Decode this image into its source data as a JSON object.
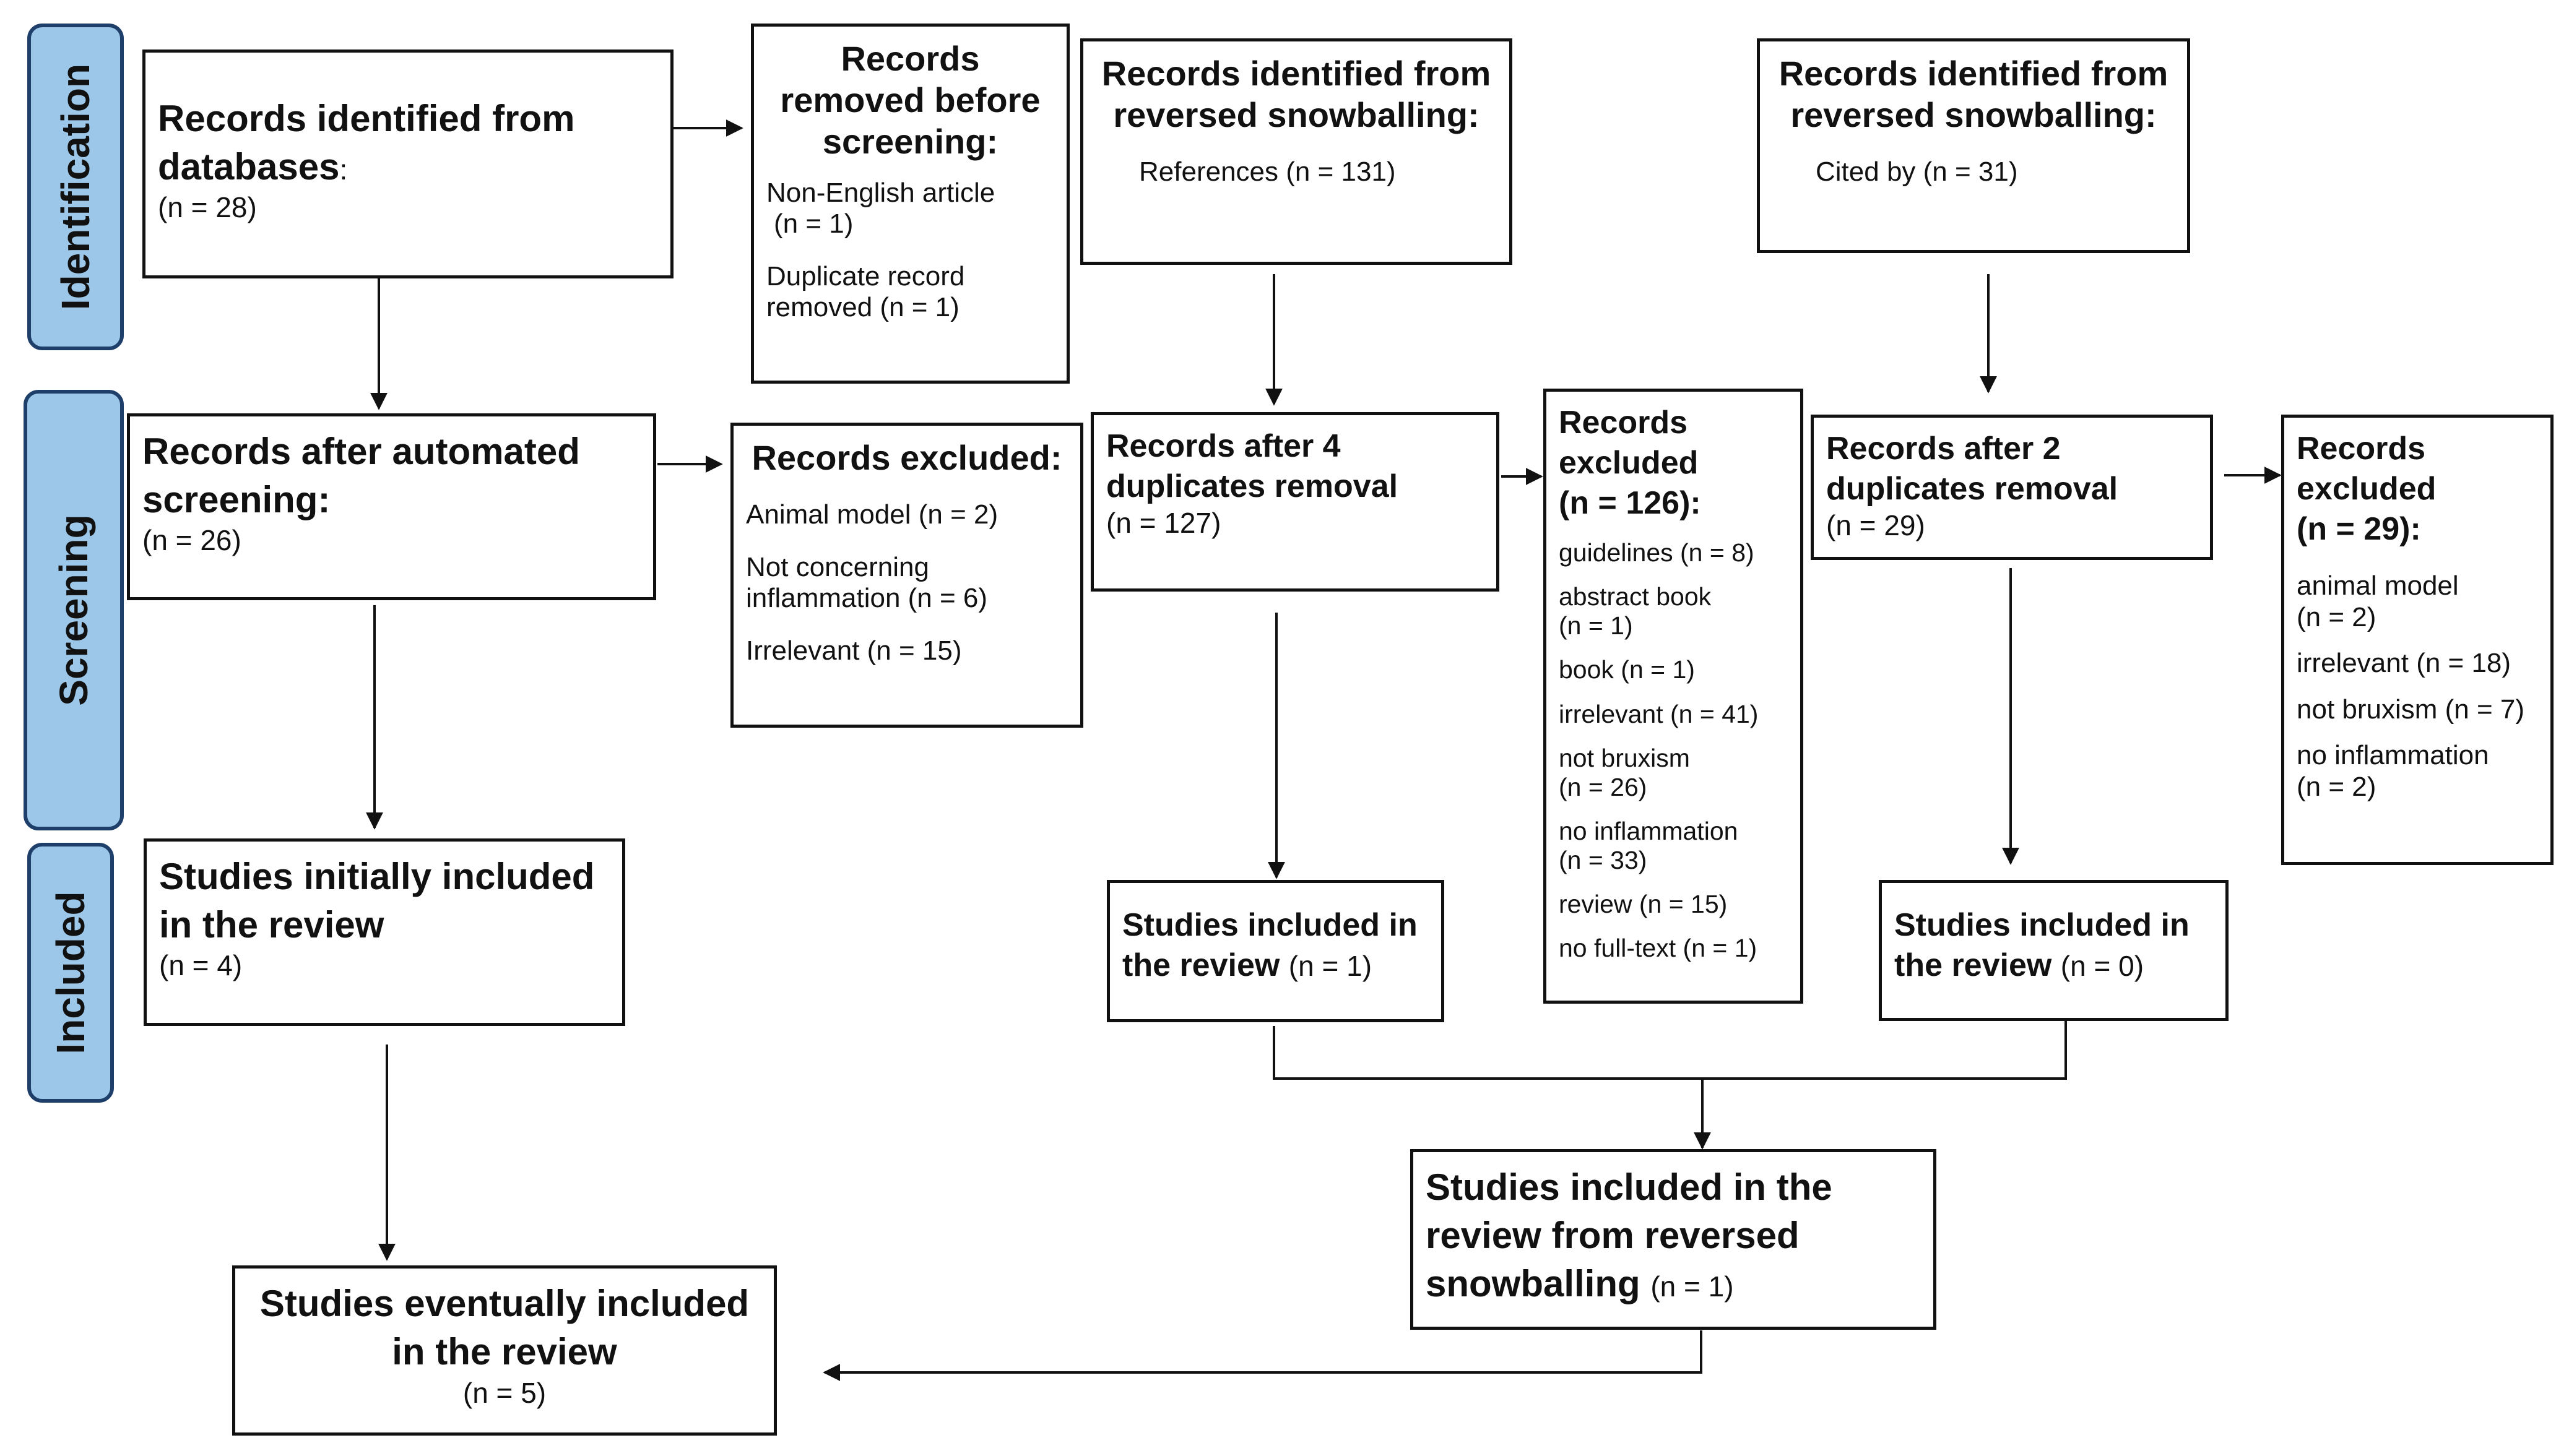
{
  "stages": {
    "identification": "Identification",
    "screening": "Screening",
    "included": "Included"
  },
  "db": {
    "title": "Records identified from databases",
    "colon": ":",
    "n": "(n = 28)"
  },
  "removed": {
    "title": "Records removed before screening:",
    "item1_a": "Non-English article",
    "item1_b": "(n = 1)",
    "item2_a": "Duplicate record",
    "item2_b": "removed (n = 1)"
  },
  "refs": {
    "title": "Records identified from reversed snowballing:",
    "item": "References (n = 131)"
  },
  "cited": {
    "title": "Records identified from reversed snowballing:",
    "item": "Cited by (n = 31)"
  },
  "auto": {
    "title": "Records after automated screening:",
    "n": "(n = 26)"
  },
  "excl1": {
    "title": "Records excluded:",
    "items": [
      "Animal model (n = 2)",
      "Not concerning inflammation (n = 6)",
      "Irrelevant (n = 15)"
    ]
  },
  "dup4": {
    "title": "Records after 4 duplicates removal",
    "n": "(n = 127)"
  },
  "excl2": {
    "title_a": "Records excluded",
    "title_b": "(n = 126):",
    "items": [
      "guidelines (n = 8)",
      "abstract book",
      "(n = 1)",
      "book (n = 1)",
      "irrelevant (n = 41)",
      "not bruxism",
      "(n = 26)",
      "no inflammation",
      "(n = 33)",
      "review (n = 15)",
      "no full-text (n = 1)"
    ]
  },
  "dup2": {
    "title": "Records after 2 duplicates removal",
    "n": "(n = 29)"
  },
  "excl3": {
    "title_a": "Records excluded",
    "title_b": "(n = 29):",
    "items": [
      "animal model",
      "(n = 2)",
      "irrelevant (n = 18)",
      "not bruxism (n = 7)",
      "no inflammation",
      "(n = 2)"
    ]
  },
  "init": {
    "title": "Studies initially included in the review",
    "n": "(n = 4)"
  },
  "inc1": {
    "title": "Studies included in the review",
    "n": "(n = 1)"
  },
  "inc0": {
    "title": "Studies included in the review",
    "n": "(n = 0)"
  },
  "snow": {
    "title": "Studies included in the review from reversed snowballing",
    "n": "(n = 1)"
  },
  "final": {
    "title": "Studies eventually included in the review",
    "n": "(n = 5)"
  }
}
